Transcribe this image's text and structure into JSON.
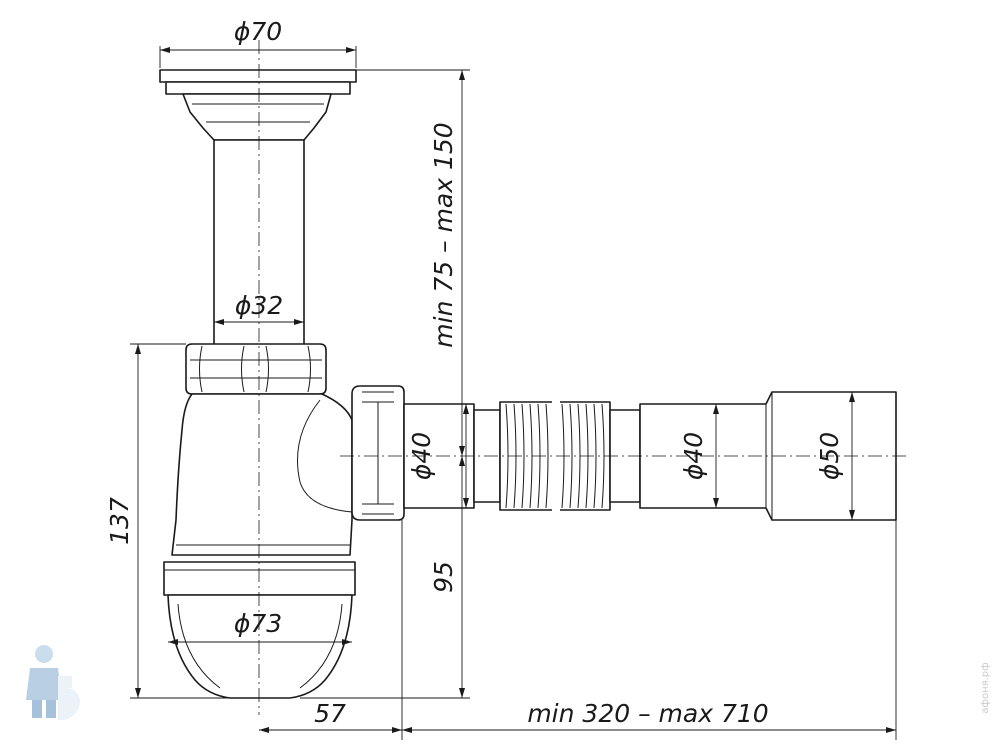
{
  "dimensions": {
    "flange_diameter": "ϕ70",
    "pipe_diameter": "ϕ32",
    "height_range": "min 75 – max 150",
    "outlet_diameter_left": "ϕ40",
    "outlet_diameter_right": "ϕ40",
    "end_diameter": "ϕ50",
    "bowl_diameter": "ϕ73",
    "total_height": "137",
    "outlet_height": "95",
    "outlet_offset": "57",
    "length_range": "min 320 – max 710"
  },
  "watermark": {
    "text": "афоня.рф",
    "icon": "plumber-mascot-icon"
  },
  "colors": {
    "line": "#1a1a1a",
    "background": "#ffffff",
    "watermark": "#c9c9c9"
  }
}
